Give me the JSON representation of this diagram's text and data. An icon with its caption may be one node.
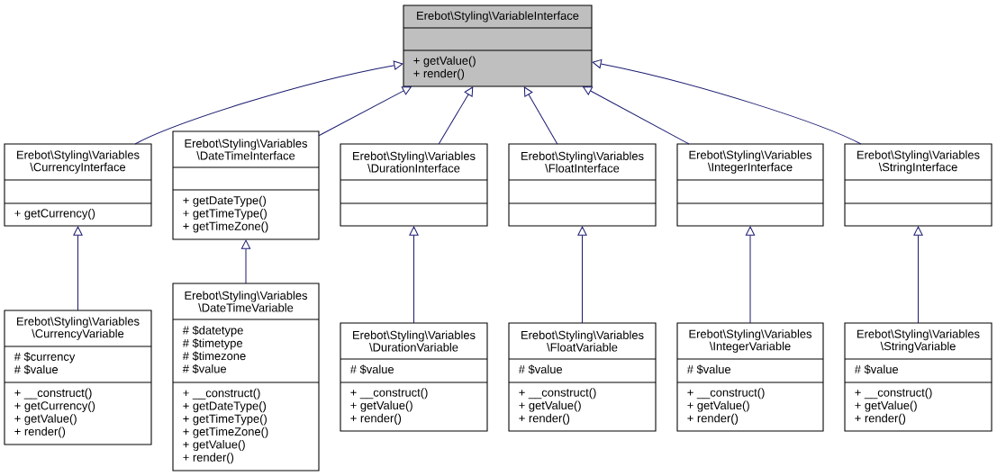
{
  "diagram": {
    "nodes": [
      {
        "text": [
          "Erebot\\Styling\\VariableInterface",
          "+ getValue()",
          "+ render()"
        ]
      },
      {
        "text": [
          "Erebot\\Styling\\Variables \\CurrencyInterface",
          "+ getCurrency()"
        ]
      },
      {
        "text": [
          "Erebot\\Styling\\Variables \\DateTimeInterface",
          "+ getDateType()",
          "+ getTimeType()",
          "+ getTimeZone()"
        ]
      },
      {
        "text": [
          "Erebot\\Styling\\Variables \\DurationInterface"
        ]
      },
      {
        "text": [
          "Erebot\\Styling\\Variables \\FloatInterface"
        ]
      },
      {
        "text": [
          "Erebot\\Styling\\Variables \\IntegerInterface"
        ]
      },
      {
        "text": [
          "Erebot\\Styling\\Variables \\StringInterface"
        ]
      },
      {
        "text": [
          "Erebot\\Styling\\Variables \\CurrencyVariable",
          "# $currency",
          "# $value",
          "+ __construct()",
          "+ getCurrency()",
          "+ getValue()",
          "+ render()"
        ]
      },
      {
        "text": [
          "Erebot\\Styling\\Variables \\DateTimeVariable",
          "# $datetype",
          "# $timetype",
          "# $timezone",
          "# $value",
          "+ __construct()",
          "+ getDateType()",
          "+ getTimeType()",
          "+ getTimeZone()",
          "+ getValue()",
          "+ render()"
        ]
      },
      {
        "text": [
          "Erebot\\Styling\\Variables \\DurationVariable",
          "# $value",
          "+ __construct()",
          "+ getValue()",
          "+ render()"
        ]
      },
      {
        "text": [
          "Erebot\\Styling\\Variables \\FloatVariable",
          "# $value",
          "+ __construct()",
          "+ getValue()",
          "+ render()"
        ]
      },
      {
        "text": [
          "Erebot\\Styling\\Variables \\IntegerVariable",
          "# $value",
          "+ __construct()",
          "+ getValue()",
          "+ render()"
        ]
      },
      {
        "text": [
          "Erebot\\Styling\\Variables \\StringVariable",
          "# $value",
          "+ __construct()",
          "+ getValue()",
          "+ render()"
        ]
      }
    ],
    "edges": [
      {
        "from": 1,
        "to": 0,
        "arrow": "to"
      },
      {
        "from": 2,
        "to": 0,
        "arrow": "to"
      },
      {
        "from": 3,
        "to": 0,
        "arrow": "to"
      },
      {
        "from": 4,
        "to": 0,
        "arrow": "to"
      },
      {
        "from": 5,
        "to": 0,
        "arrow": "to"
      },
      {
        "from": 6,
        "to": 0,
        "arrow": "to"
      },
      {
        "from": 7,
        "to": 1,
        "arrow": "to"
      },
      {
        "from": 8,
        "to": 2,
        "arrow": "to"
      },
      {
        "from": 9,
        "to": 3,
        "arrow": "to"
      },
      {
        "from": 10,
        "to": 4,
        "arrow": "to"
      },
      {
        "from": 11,
        "to": 5,
        "arrow": "to"
      },
      {
        "from": 12,
        "to": 6,
        "arrow": "to"
      }
    ]
  }
}
